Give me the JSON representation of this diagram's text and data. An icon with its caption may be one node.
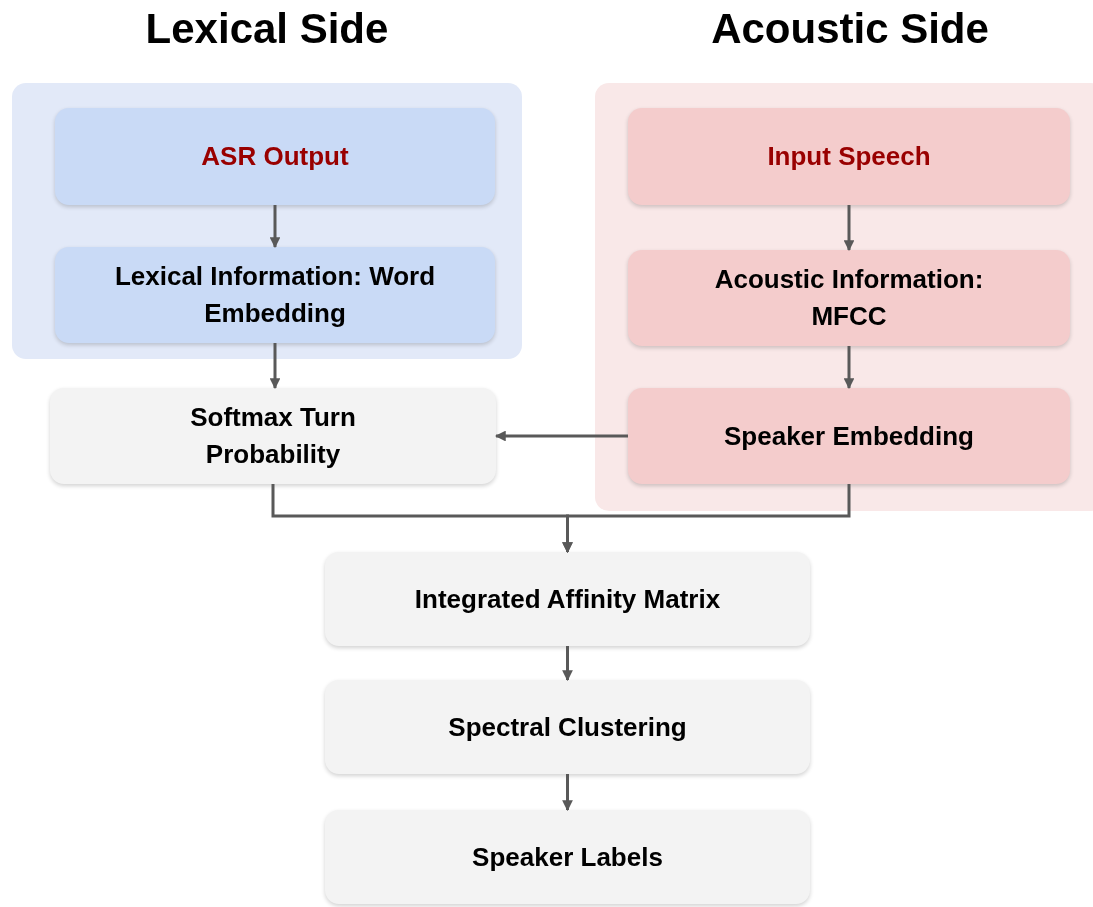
{
  "diagram": {
    "nodes": [
      {
        "text": [
          "Lexical Side"
        ]
      },
      {
        "text": [
          "ASR Output"
        ],
        "in": 0
      },
      {
        "text": [
          "Lexical Information: Word Embedding"
        ],
        "in": 0
      },
      {
        "text": [
          "Acoustic Side"
        ]
      },
      {
        "text": [
          "Input Speech"
        ],
        "in": 3
      },
      {
        "text": [
          "Acoustic Information: MFCC"
        ],
        "in": 3
      },
      {
        "text": [
          "Speaker Embedding"
        ],
        "in": 3
      },
      {
        "text": [
          "Softmax Turn Probability"
        ]
      },
      {
        "text": [
          "Integrated Affinity Matrix"
        ]
      },
      {
        "text": [
          "Spectral Clustering"
        ]
      },
      {
        "text": [
          "Speaker Labels"
        ]
      }
    ],
    "edges": [
      {
        "from": 1,
        "to": 2,
        "arrow": "to"
      },
      {
        "from": 2,
        "to": 7,
        "arrow": "to"
      },
      {
        "from": 4,
        "to": 5,
        "arrow": "to"
      },
      {
        "from": 5,
        "to": 6,
        "arrow": "to"
      },
      {
        "from": 6,
        "to": 7,
        "arrow": "to"
      },
      {
        "from": 7,
        "to": 8,
        "arrow": "to"
      },
      {
        "from": 6,
        "to": 8,
        "arrow": "to"
      },
      {
        "from": 8,
        "to": 9,
        "arrow": "to"
      },
      {
        "from": 9,
        "to": 10,
        "arrow": "to"
      }
    ]
  }
}
